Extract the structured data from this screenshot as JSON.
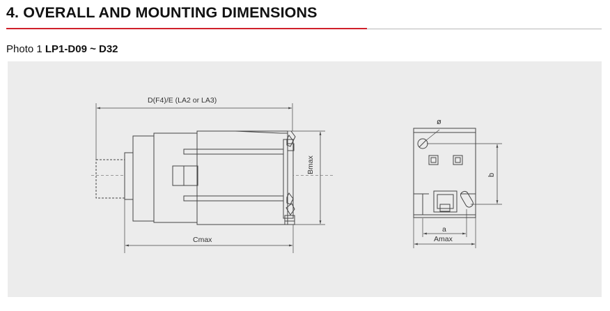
{
  "section": {
    "title": "4. OVERALL AND MOUNTING DIMENSIONS"
  },
  "photo": {
    "prefix": "Photo 1 ",
    "model": "LP1-D09 ~ D32"
  },
  "labels": {
    "top_dim": "D(F4)/E (LA2 or LA3)",
    "height_dim": "Bmax",
    "width_dim": "Cmax",
    "hole_dia": "ø",
    "vertical_pitch": "b",
    "horizontal_pitch": "a",
    "front_width": "Amax"
  },
  "colors": {
    "accent": "#d0202a",
    "panel": "#ececec",
    "line": "#444444"
  }
}
